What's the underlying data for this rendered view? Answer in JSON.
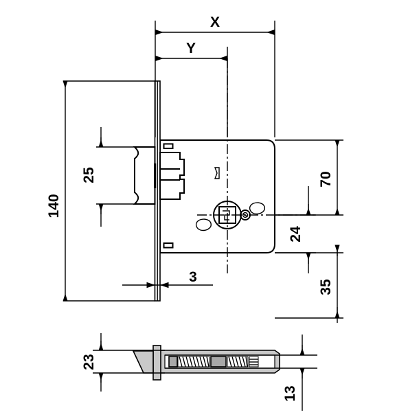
{
  "drawing": {
    "title": "Mortise lock technical dimension drawing",
    "units": "mm",
    "line_color": "#000000",
    "fill_color": "#c9c9c9",
    "background": "#ffffff"
  },
  "dimensions": {
    "x_backset_label": "X",
    "y_backset_label": "Y",
    "height_total": "140",
    "latch_height": "25",
    "faceplate_thickness": "3",
    "upper_center": "70",
    "spindle_to_edge": "24",
    "lower_center": "35",
    "front_height": "23",
    "body_thickness": "13"
  },
  "views": {
    "front_view_name": "front-elevation",
    "section_view_name": "side-section"
  },
  "callouts": {
    "x": "X",
    "y": "Y",
    "d140": "140",
    "d25": "25",
    "d3": "3",
    "d70": "70",
    "d24": "24",
    "d35": "35",
    "d23": "23",
    "d13": "13"
  }
}
